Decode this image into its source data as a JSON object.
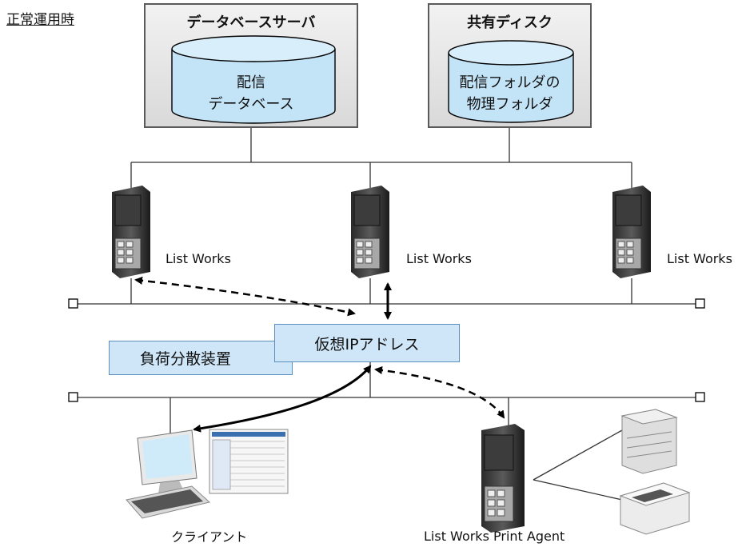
{
  "heading": "正常運用時",
  "db_server": {
    "title": "データベースサーバ",
    "db_line1": "配信",
    "db_line2": "データベース"
  },
  "shared_disk": {
    "title": "共有ディスク",
    "db_line1": "配信フォルダの",
    "db_line2": "物理フォルダ"
  },
  "servers": [
    {
      "label": "List Works"
    },
    {
      "label": "List Works"
    },
    {
      "label": "List Works"
    }
  ],
  "load_balancer": "負荷分散装置",
  "virtual_ip": "仮想IPアドレス",
  "client": "クライアント",
  "print_agent": "List Works Print Agent"
}
